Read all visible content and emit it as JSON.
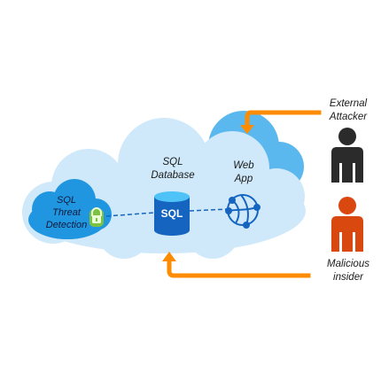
{
  "labels": {
    "threat_detection_line1": "SQL",
    "threat_detection_line2": "Threat",
    "threat_detection_line3": "Detection",
    "sql_database_line1": "SQL",
    "sql_database_line2": "Database",
    "web_app_line1": "Web",
    "web_app_line2": "App",
    "external_attacker_line1": "External",
    "external_attacker_line2": "Attacker",
    "malicious_insider_line1": "Malicious",
    "malicious_insider_line2": "insider",
    "sql_icon_text": "SQL"
  },
  "colors": {
    "cloud_light": "#cfe9fa",
    "cloud_blue": "#5bb8ee",
    "small_cloud": "#2196e0",
    "database": "#1565c0",
    "arrow_orange": "#ff8c00",
    "external_figure": "#2b2b2b",
    "insider_figure": "#d9480f",
    "lock_green": "#7cc242"
  },
  "icons": [
    "lock-icon",
    "database-icon",
    "web-app-icon",
    "person-icon"
  ]
}
